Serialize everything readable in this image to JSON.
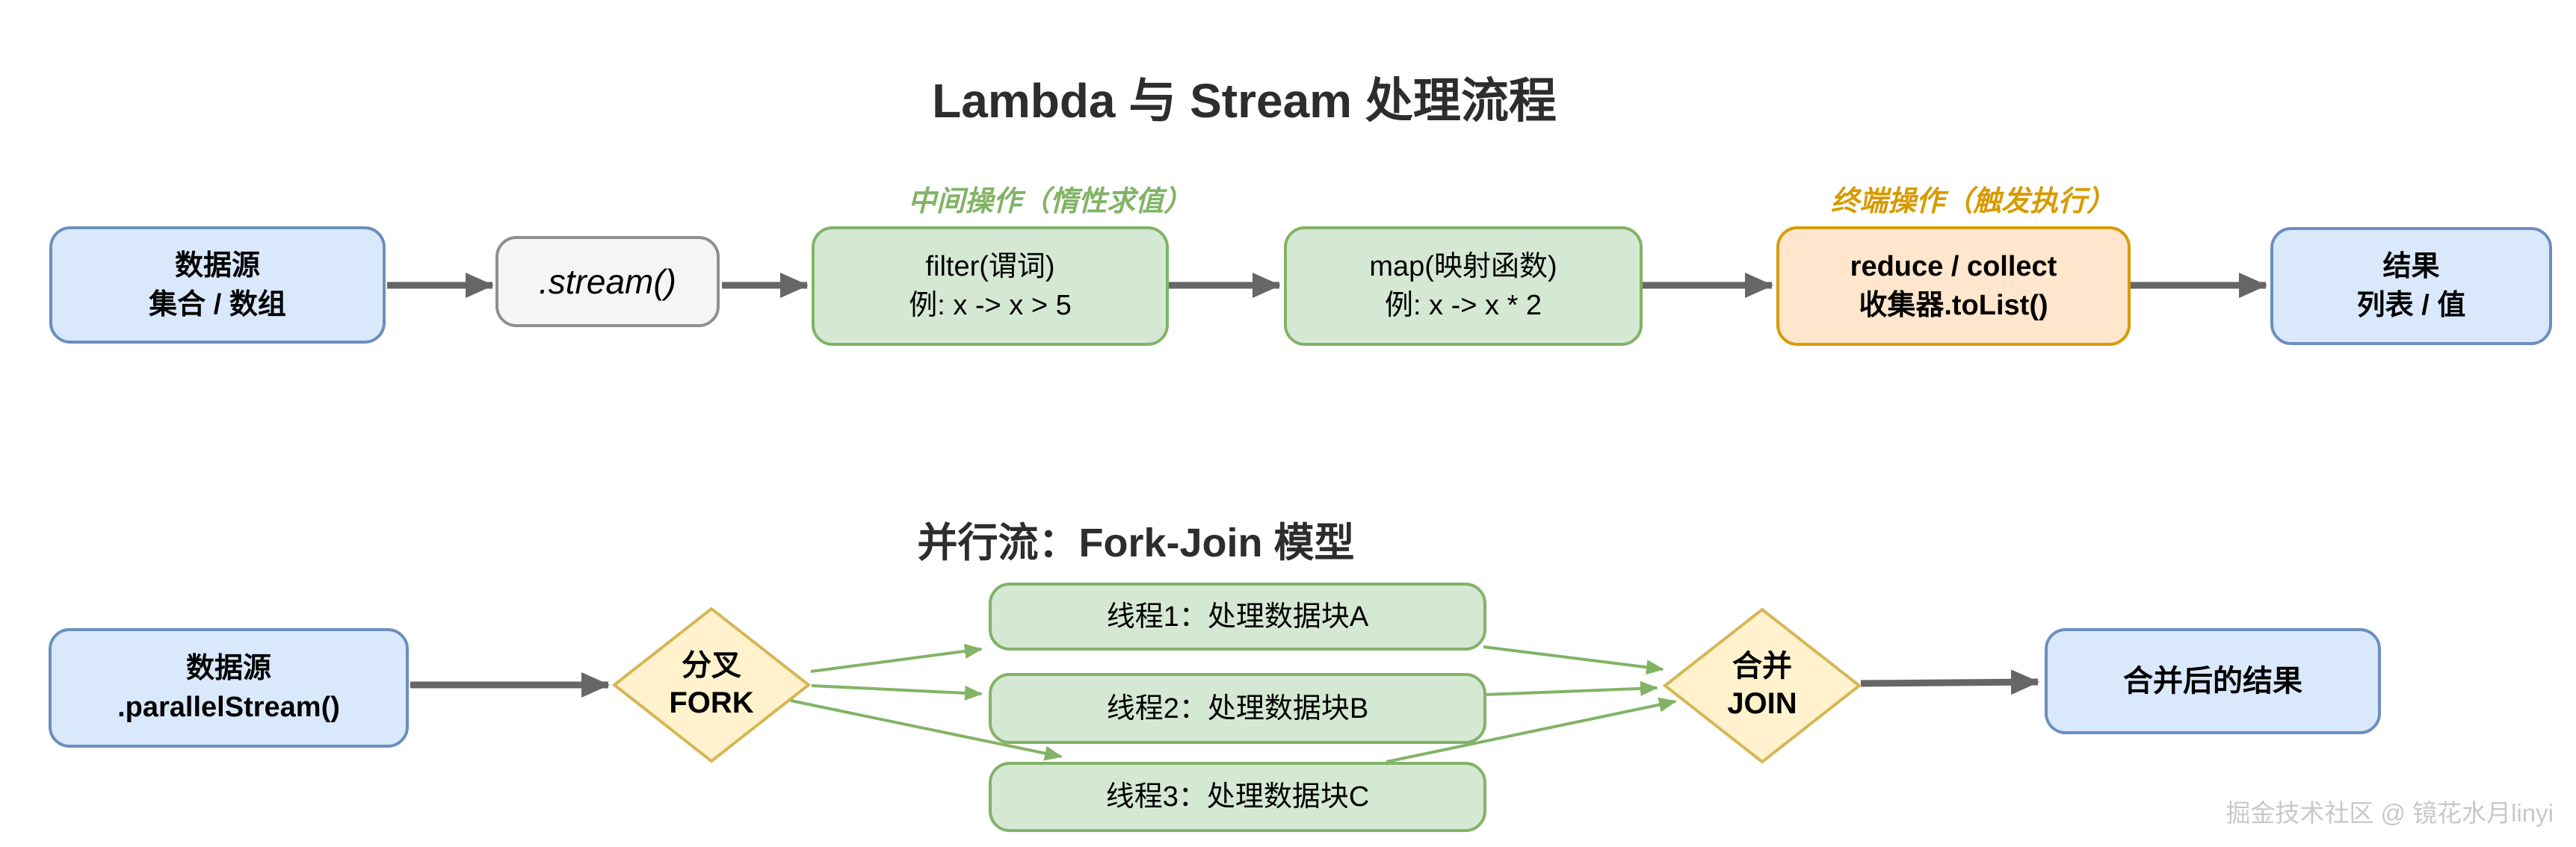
{
  "title": "Lambda 与 Stream 处理流程",
  "watermark": "掘金技术社区 @ 镜花水月linyi",
  "colors": {
    "blue_fill": "#dae8fc",
    "blue_border": "#6c8ebf",
    "green_fill": "#d5e8d4",
    "green_border": "#82b366",
    "orange_fill": "#ffe6cc",
    "orange_border": "#d79b00",
    "yellow_fill": "#fff2cc",
    "yellow_border": "#d6b656",
    "gray_fill": "#f5f5f5",
    "gray_border": "#8f8f8f",
    "arrow_gray": "#666666",
    "arrow_green": "#82b366",
    "label_intermediate": "#82b366",
    "label_terminal": "#d79b00",
    "watermark_gray": "#c9c9c9"
  },
  "flow1": {
    "label_intermediate": "中间操作（惰性求值）",
    "label_terminal": "终端操作（触发执行）",
    "nodes": [
      {
        "id": "source",
        "lines": [
          "数据源",
          "集合 / 数组"
        ]
      },
      {
        "id": "stream",
        "lines": [
          ".stream()"
        ]
      },
      {
        "id": "filter",
        "lines": [
          "filter(谓词)",
          "例: x -> x > 5"
        ]
      },
      {
        "id": "map",
        "lines": [
          "map(映射函数)",
          "例: x -> x * 2"
        ]
      },
      {
        "id": "reduce",
        "lines": [
          "reduce / collect",
          "收集器.toList()"
        ]
      },
      {
        "id": "result",
        "lines": [
          "结果",
          "列表 / 值"
        ]
      }
    ]
  },
  "flow2": {
    "title": "并行流：Fork-Join 模型",
    "source": {
      "lines": [
        "数据源",
        ".parallelStream()"
      ]
    },
    "fork": {
      "lines": [
        "分叉",
        "FORK"
      ]
    },
    "threads": [
      {
        "label": "线程1：处理数据块A"
      },
      {
        "label": "线程2：处理数据块B"
      },
      {
        "label": "线程3：处理数据块C"
      }
    ],
    "join": {
      "lines": [
        "合并",
        "JOIN"
      ]
    },
    "result": {
      "label": "合并后的结果"
    }
  }
}
